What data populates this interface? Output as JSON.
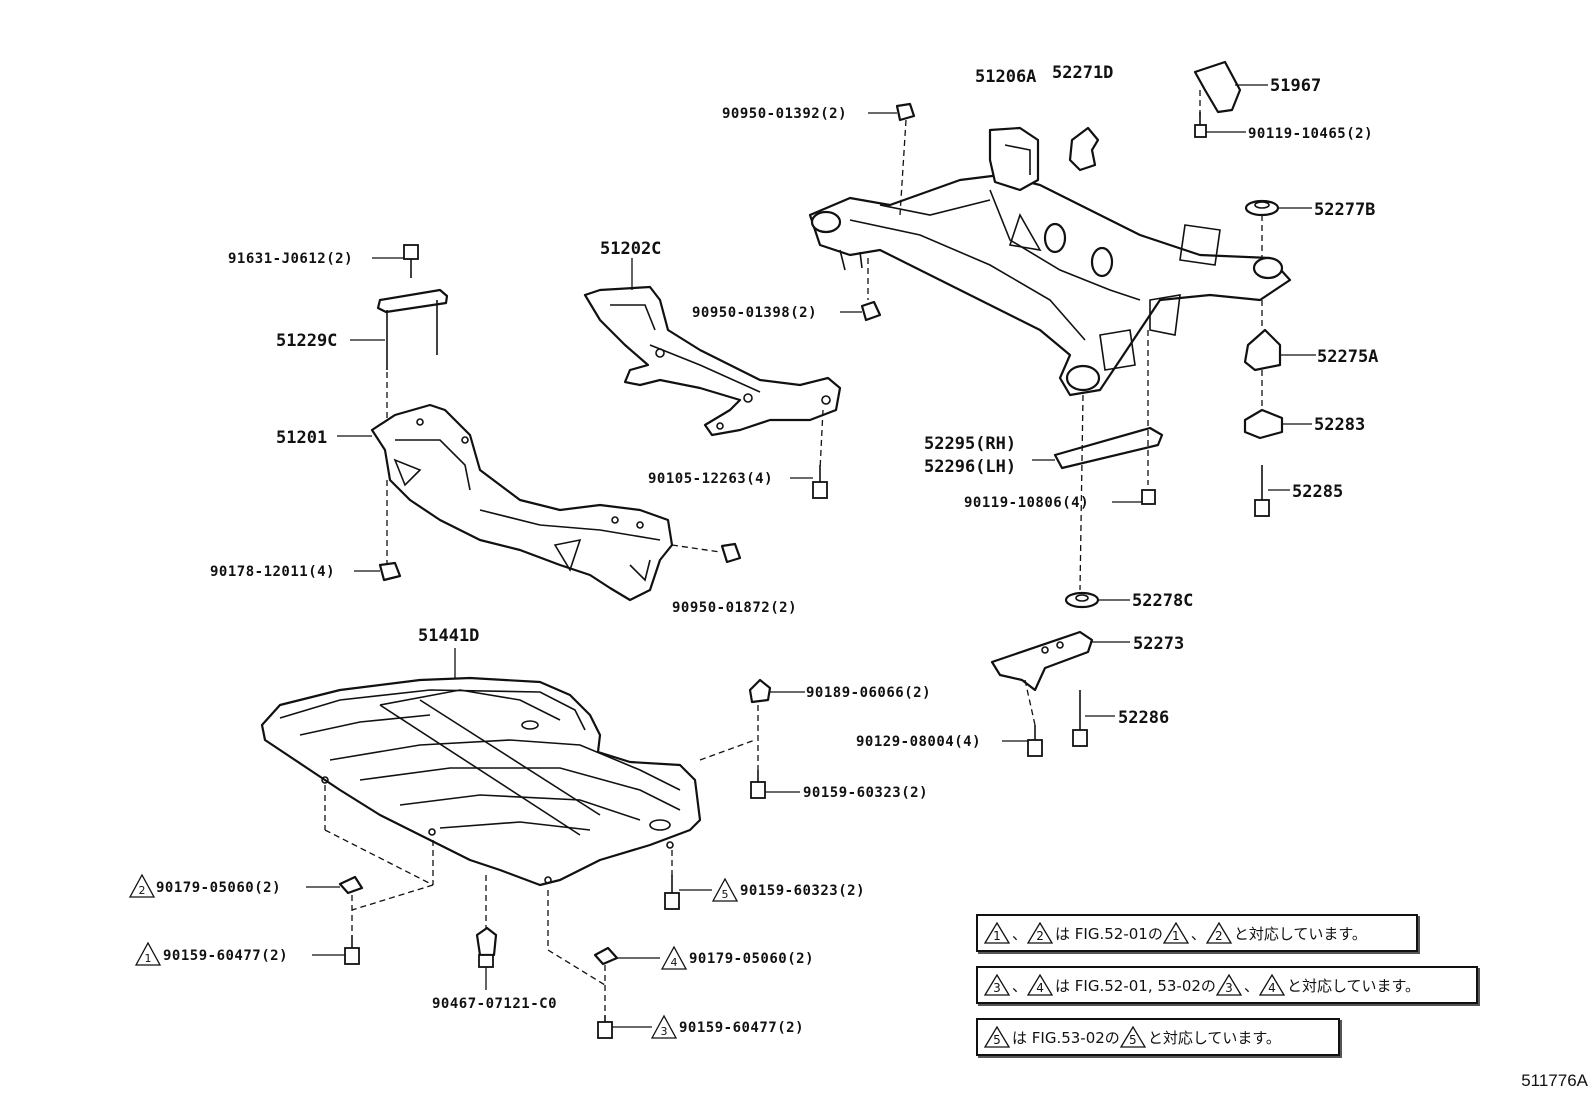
{
  "parts": {
    "p51206A": "51206A",
    "p52271D": "52271D",
    "p51967": "51967",
    "p90950_01392": "90950-01392(2)",
    "p90119_10465": "90119-10465(2)",
    "p52277B": "52277B",
    "p91631": "91631-J0612(2)",
    "p51202C": "51202C",
    "p90950_01398": "90950-01398(2)",
    "p51229C": "51229C",
    "p52275A": "52275A",
    "p52283": "52283",
    "p51201": "51201",
    "p52295": "52295(RH)",
    "p52296": "52296(LH)",
    "p52285": "52285",
    "p90105": "90105-12263(4)",
    "p90119_10806": "90119-10806(4)",
    "p90178": "90178-12011(4)",
    "p90950_01872": "90950-01872(2)",
    "p52278C": "52278C",
    "p51441D": "51441D",
    "p52273": "52273",
    "p90189": "90189-06066(2)",
    "p52286": "52286",
    "p90129": "90129-08004(4)",
    "p90159_60323a": "90159-60323(2)",
    "p90179_05060a": "90179-05060(2)",
    "p90159_60323b": "90159-60323(2)",
    "p90159_60477a": "90159-60477(2)",
    "p90179_05060b": "90179-05060(2)",
    "p90467": "90467-07121-C0",
    "p90159_60477b": "90159-60477(2)"
  },
  "markers": {
    "m1": "1",
    "m2": "2",
    "m3": "3",
    "m4": "4",
    "m5": "5"
  },
  "notes": {
    "n1_mid": "は FIG.52-01の",
    "n1_end": "と対応しています。",
    "n2_mid": "は FIG.52-01, 53-02の",
    "n2_end": "と対応しています。",
    "n3_mid": "は FIG.53-02の",
    "n3_end": "と対応しています。",
    "sep": "、"
  },
  "figure_id": "511776A"
}
